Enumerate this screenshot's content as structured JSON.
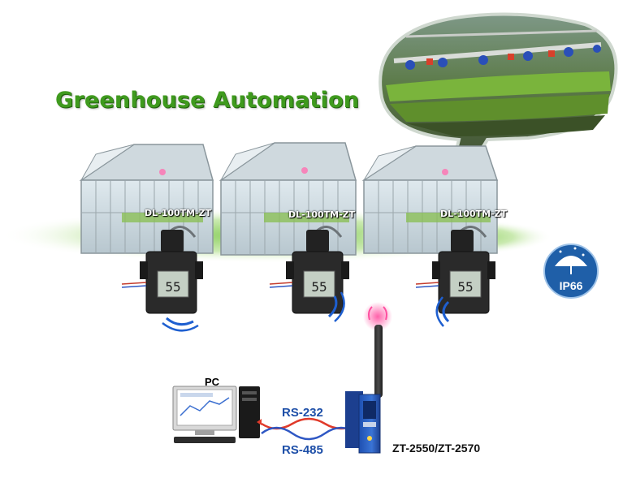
{
  "title": "Greenhouse Automation",
  "devices": [
    {
      "label": "DL-100TM-ZT",
      "display": "55"
    },
    {
      "label": "DL-100TM-ZT",
      "display": "55"
    },
    {
      "label": "DL-100TM-ZT",
      "display": "55"
    }
  ],
  "pc": {
    "label": "PC"
  },
  "links": {
    "rs232": "RS-232",
    "rs485": "RS-485"
  },
  "gateway": {
    "label": "ZT-2550/ZT-2570"
  },
  "badge": {
    "label": "IP66",
    "icon": "umbrella-rain-icon"
  },
  "colors": {
    "title_green": "#3f9a1e",
    "link_blue": "#1e4fa8",
    "badge_blue": "#1f5fa8",
    "ground_green": "#8ccf5a"
  }
}
